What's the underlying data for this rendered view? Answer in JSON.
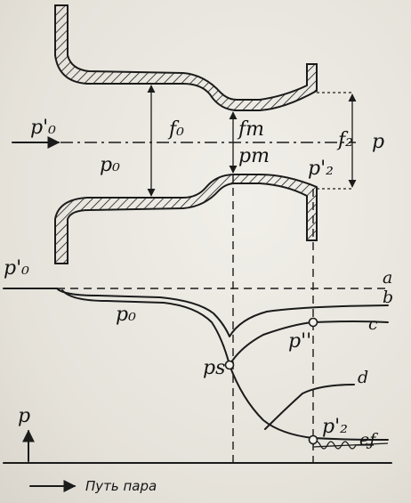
{
  "labels": {
    "p0_prime_top": "p'₀",
    "f0": "f₀",
    "fm": "fm",
    "f2": "f₂",
    "p_right": "p",
    "p0_inner": "p₀",
    "pm": "pm",
    "p2_prime_inner": "p'₂",
    "p0_prime_left": "p'₀",
    "curve_a": "a",
    "curve_b": "b",
    "curve_c": "c",
    "curve_d": "d",
    "curve_ef": "eƒ",
    "p0_lower": "p₀",
    "p_double_prime": "p''",
    "ps": "ps",
    "p2_prime_lower": "p'₂",
    "p_axis": "p"
  },
  "caption": {
    "arrow_text": "Путь пара"
  },
  "colors": {
    "ink": "#1b1b1b",
    "paper": "#e9e6df"
  }
}
